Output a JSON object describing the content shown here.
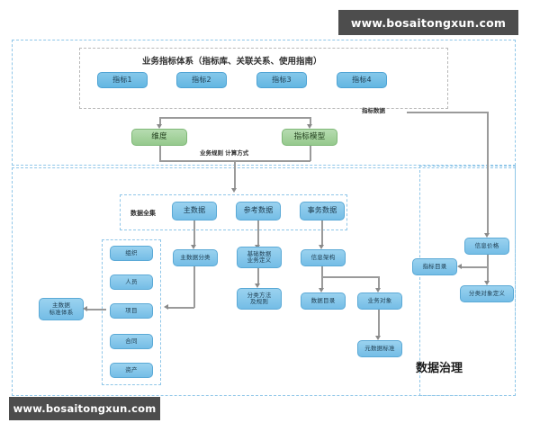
{
  "diagram": {
    "title_business_indicator": "业务指标体系（指标库、关联关系、使用指南）",
    "governance_label": "数据治理",
    "indicator_data_label": "指标数据",
    "business_rule_label": "业务规则  计算方式",
    "data_fullset_label": "数据全集"
  },
  "indicators": [
    {
      "label": "指标1"
    },
    {
      "label": "指标2"
    },
    {
      "label": "指标3"
    },
    {
      "label": "指标4"
    }
  ],
  "model_nodes": [
    {
      "label": "维度"
    },
    {
      "label": "指标模型"
    }
  ],
  "data_categories": [
    {
      "label": "主数据"
    },
    {
      "label": "参考数据"
    },
    {
      "label": "事务数据"
    }
  ],
  "master_data_chain": [
    {
      "label": "主数据分类"
    }
  ],
  "reference_data_chain": [
    {
      "label": "基础数据\n业务定义"
    },
    {
      "label": "分类方法\n及规则"
    }
  ],
  "transaction_data_chain": [
    {
      "label": "信息架构"
    },
    {
      "label": "数据目录"
    },
    {
      "label": "业务对象"
    },
    {
      "label": "元数据标准"
    }
  ],
  "master_data_domains": [
    {
      "label": "组织"
    },
    {
      "label": "人员"
    },
    {
      "label": "项目"
    },
    {
      "label": "合同"
    },
    {
      "label": "资产"
    }
  ],
  "standard_system": {
    "label": "主数据\n标准体系"
  },
  "right_chain": [
    {
      "label": "信息价格"
    },
    {
      "label": "指标目录"
    },
    {
      "label": "分类对象定义"
    }
  ],
  "watermarks": [
    {
      "text": "www.bosaitongxun.com"
    },
    {
      "text": "www.bosaitongxun.com"
    }
  ],
  "colors": {
    "blue": "#63b6e2",
    "green": "#95c98d",
    "dashed_blue": "#8fc6e8",
    "dashed_grey": "#b9b9b9",
    "line": "#9a9a9a",
    "watermark_bg": "#4d4d4d"
  }
}
